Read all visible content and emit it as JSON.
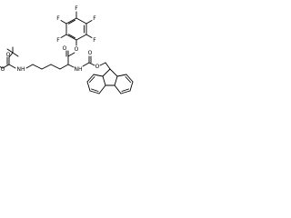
{
  "molecule": {
    "atom_labels": {
      "f_top": "F",
      "f_upper_left": "F",
      "f_upper_right": "F",
      "f_lower_left": "F",
      "f_lower_right": "F",
      "carbonyl_oxygen": "O",
      "ester_oxygen": "O",
      "fmoc_oxygen": "O",
      "fmoc_carbonyl_oxygen": "O",
      "alpha_nh": "NH",
      "boc_carbonyl_oxygen": "O",
      "boc_ester_oxygen": "O",
      "epsilon_nh": "NH"
    },
    "colors": {
      "bond": "#000000",
      "label": "#000000",
      "background": "#ffffff"
    }
  }
}
